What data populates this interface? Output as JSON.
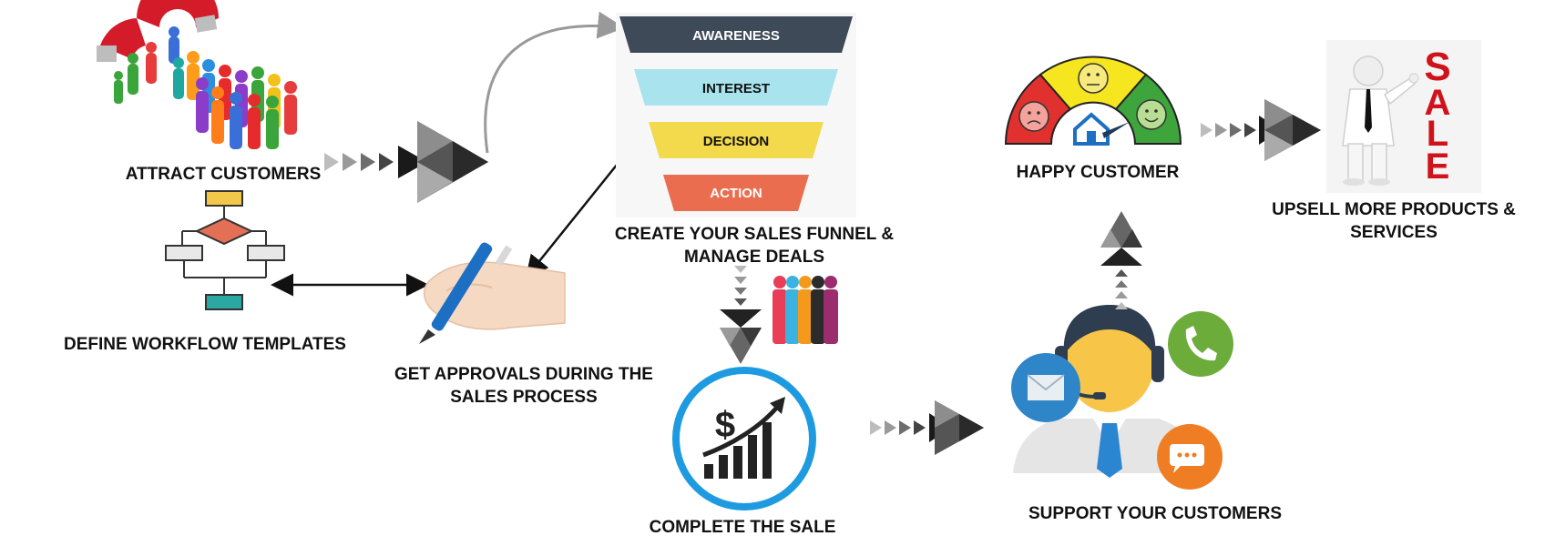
{
  "diagram": {
    "steps": {
      "attract": "ATTRACT CUSTOMERS",
      "workflow": "DEFINE WORKFLOW TEMPLATES",
      "approvals": [
        "GET APPROVALS DURING THE",
        "SALES PROCESS"
      ],
      "funnel": [
        "CREATE YOUR SALES FUNNEL &",
        "MANAGE DEALS"
      ],
      "complete": "COMPLETE THE SALE",
      "support": "SUPPORT YOUR CUSTOMERS",
      "happy": "HAPPY CUSTOMER",
      "upsell": [
        "UPSELL MORE PRODUCTS &",
        "SERVICES"
      ]
    },
    "funnel_stages": [
      {
        "label": "AWARENESS",
        "color": "#3f4a59",
        "text_color": "#ffffff"
      },
      {
        "label": "INTEREST",
        "color": "#a8e3ee",
        "text_color": "#111111"
      },
      {
        "label": "DECISION",
        "color": "#f2da4c",
        "text_color": "#111111"
      },
      {
        "label": "ACTION",
        "color": "#e96d4e",
        "text_color": "#ffffff"
      }
    ],
    "sale_sign": [
      "S",
      "A",
      "L",
      "E"
    ],
    "colors": {
      "sale_red": "#d0121b",
      "complete_ring": "#1e9be0",
      "mail_blue": "#2e86c9",
      "phone_green": "#6cac3b",
      "chat_orange": "#ef7d23",
      "arrow_dark": "#111111"
    },
    "icons": [
      "magnet-crowd-icon",
      "flowchart-icon",
      "pen-hand-icon",
      "sales-growth-icon",
      "people-group-icon",
      "mood-gauge-icon",
      "support-agent-icon",
      "mail-icon",
      "phone-icon",
      "chat-icon",
      "businessman-icon"
    ]
  }
}
